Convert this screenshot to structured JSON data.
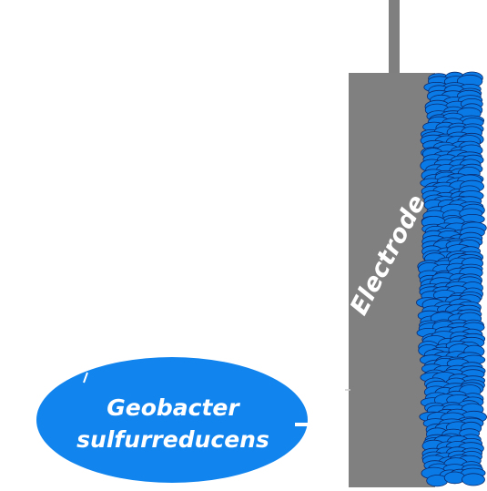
{
  "diagram": {
    "electrode_label": "Electrode",
    "organism_label_line1": "Geobacter",
    "organism_label_line2": "sulfurreducens"
  },
  "colors": {
    "electrode": "#808080",
    "wire": "#7f7f7f",
    "cell_fill": "#0a7be6",
    "cell_stroke": "#0a2a6e",
    "bacterium_fill": "#1184ee",
    "text": "#ffffff"
  }
}
